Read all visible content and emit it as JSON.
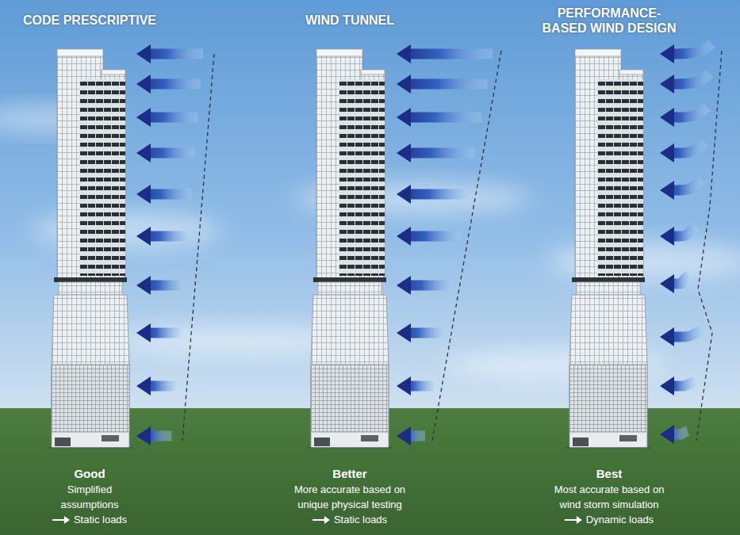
{
  "diagram": {
    "labels": [
      "CODE PRESCRIPTIVE",
      "WIND TUNNEL",
      "PERFORMANCE-BASED WIND DESIGN",
      "Good",
      "Simplified assumptions",
      "Static loads",
      "Better",
      "More accurate based on unique physical testing",
      "Static loads",
      "Best",
      "Most accurate based on wind storm simulation",
      "Dynamic loads"
    ]
  }
}
